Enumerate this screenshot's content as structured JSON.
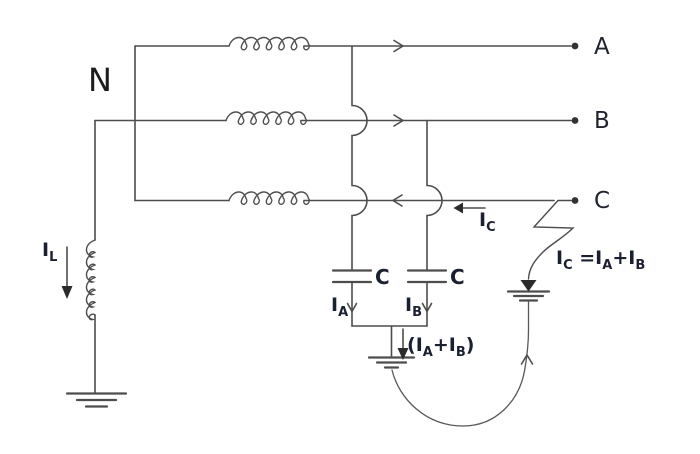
{
  "diagram": {
    "neutral_label": "N",
    "terminals": {
      "a": "A",
      "b": "B",
      "c": "C"
    },
    "capacitor_labels": {
      "cap1": "C",
      "cap2": "C"
    },
    "currents": {
      "il": {
        "base": "I",
        "sub": "L"
      },
      "ia": {
        "base": "I",
        "sub": "A"
      },
      "ib": {
        "base": "I",
        "sub": "B"
      },
      "ic": {
        "base": "I",
        "sub": "C"
      }
    },
    "sum": {
      "open": "(",
      "i1": "I",
      "s1": "A",
      "plus": "+",
      "i2": "I",
      "s2": "B",
      "close": ")"
    },
    "equation": {
      "lhs": "I",
      "lhs_sub": "C",
      "eq": " =",
      "rhs1": "I",
      "rhs1_sub": "A",
      "plus": "+",
      "rhs2": "I",
      "rhs2_sub": "B"
    },
    "colors": {
      "wire": "#4d4d4d",
      "label": "#1b2030"
    }
  }
}
